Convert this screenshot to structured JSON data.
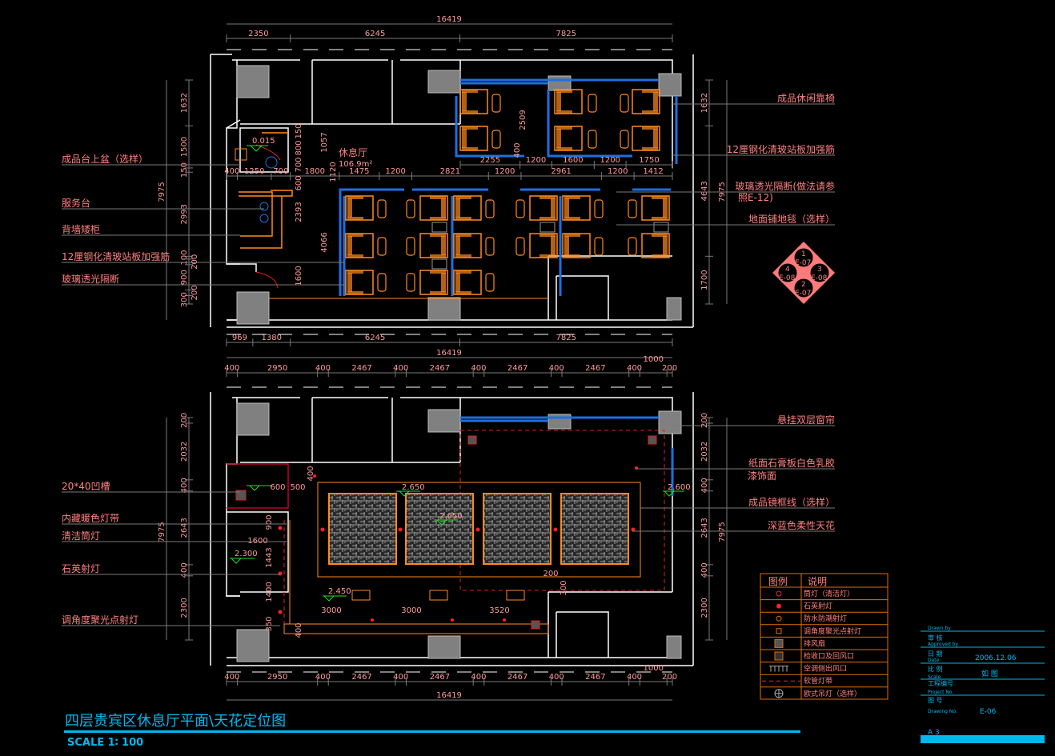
{
  "title": "四层贵宾区休息厅平面\\天花定位图",
  "scale": "SCALE  1∶  100",
  "floor_plan": {
    "room_name": "休息厅",
    "room_area": "106.9m²",
    "elevation_mark": "0.015",
    "dims_top_total": "16419",
    "dims_top": [
      "2350",
      "6245",
      "7825"
    ],
    "dims_inner": [
      "400",
      "1250",
      "700",
      "1800",
      "1475",
      "1200",
      "2821",
      "1200",
      "2961",
      "1200",
      "1412"
    ],
    "dims_inner_upper": [
      "2255",
      "1200",
      "1600",
      "1200",
      "1750"
    ],
    "dims_bottom": [
      "969",
      "1380",
      "6245",
      "7825"
    ],
    "dims_bottom_total": "16419",
    "dims_left": [
      "1632",
      "1500",
      "150",
      "2993",
      "100",
      "200",
      "900",
      "200",
      "300"
    ],
    "dims_left_total": "7975",
    "dims_right": [
      "1632",
      "4643",
      "1700"
    ],
    "dims_right_total": "7975",
    "dims_misc": [
      "150",
      "800",
      "700",
      "600",
      "1057",
      "1120",
      "2393",
      "4066",
      "1600",
      "2509",
      "400"
    ],
    "labels_left": [
      "成品台上盆（选样）",
      "服务台",
      "背墙矮柜",
      "12厘钢化清玻站板加强筋",
      "玻璃透光隔断"
    ],
    "labels_right": [
      "成品休闲靠椅",
      "12厘钢化清玻站板加强筋",
      "玻璃透光隔断(做法请参",
      "照E-12)",
      "地面铺地毯（选样）"
    ],
    "index_symbol": [
      {
        "num": "1",
        "ref": "E-07"
      },
      {
        "num": "3",
        "ref": "E-08"
      },
      {
        "num": "4",
        "ref": "E-08"
      },
      {
        "num": "2",
        "ref": "E-07"
      }
    ]
  },
  "ceiling_plan": {
    "dims_top": [
      "400",
      "2950",
      "400",
      "2467",
      "400",
      "2467",
      "400",
      "2467",
      "400",
      "2467",
      "400",
      "1000",
      "200"
    ],
    "dims_bottom": [
      "400",
      "2950",
      "400",
      "2467",
      "400",
      "2467",
      "400",
      "2467",
      "400",
      "2467",
      "400",
      "1000",
      "200"
    ],
    "dims_bottom_total": "16419",
    "dims_left": [
      "200",
      "2032",
      "400",
      "2643",
      "400",
      "2300"
    ],
    "dims_left_total": "7975",
    "dims_right": [
      "200",
      "2032",
      "400",
      "2643",
      "400",
      "2300"
    ],
    "dims_right_total": "7975",
    "dims_misc": [
      "600",
      "500",
      "400",
      "1600",
      "900",
      "1443",
      "1400",
      "350",
      "400",
      "3000",
      "3000",
      "3520",
      "200",
      "300"
    ],
    "elevations": [
      "2.650",
      "2.650",
      "2.600",
      "2.300",
      "2.450"
    ],
    "labels_left": [
      "20*40凹槽",
      "内藏暖色灯带",
      "清洁筒灯",
      "石英射灯",
      "调角度聚光点射灯"
    ],
    "labels_right": [
      "悬挂双层窗帘",
      "纸面石膏板白色乳胶",
      "漆饰面",
      "成品镜框线（选样）",
      "深蓝色柔性天花"
    ]
  },
  "legend": {
    "header_symbol": "图例",
    "header_desc": "说明",
    "items": [
      {
        "icon": "downlight-icon",
        "label": "筒灯（清洁灯）"
      },
      {
        "icon": "quartz-spotlight-icon",
        "label": "石英射灯"
      },
      {
        "icon": "waterproof-spotlight-icon",
        "label": "防水防潮射灯"
      },
      {
        "icon": "adjustable-spotlight-icon",
        "label": "调角度聚光点射灯"
      },
      {
        "icon": "exhaust-fan-icon",
        "label": "排风扇"
      },
      {
        "icon": "return-air-icon",
        "label": "检收口及回风口"
      },
      {
        "icon": "side-air-outlet-icon",
        "label": "空调侧出风口"
      },
      {
        "icon": "led-strip-icon",
        "label": "软管灯带"
      },
      {
        "icon": "chandelier-icon",
        "label": "欧式吊灯（选样）"
      }
    ],
    "colors": {
      "border": "#e07000",
      "text": "#ff8080",
      "red": "#ff2020"
    }
  },
  "title_block": {
    "drawn_by": "Drawn by",
    "approved_cn": "审    核",
    "approved_en": "Approved by",
    "date_cn": "日    期",
    "date_en": "Date",
    "date_value": "2006.12.06",
    "scale_cn": "比    例",
    "scale_en": "Scale",
    "scale_value": "如  图",
    "project_cn": "工程编号",
    "project_en": "Project No.",
    "drawing_cn": "图    号",
    "drawing_en": "Drawing No.",
    "drawing_value": "E-06",
    "sheet_size": "A 3",
    "accent_color": "#00b8f0"
  }
}
